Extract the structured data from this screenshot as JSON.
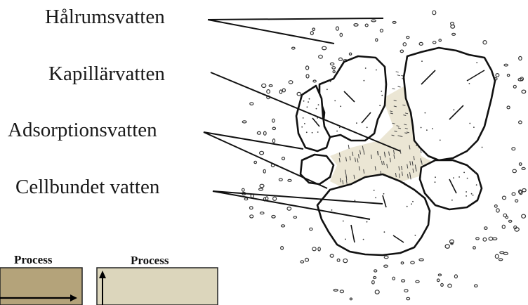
{
  "labels": {
    "halrumsvatten": "Hålrumsvatten",
    "kapillarvatten": "Kapillärvatten",
    "adsorptionsvatten": "Adsorptionsvatten",
    "cellbundet_vatten": "Cellbundet vatten"
  },
  "process_boxes": [
    {
      "title": "Process",
      "fill": "#b4a37a"
    },
    {
      "title": "Process",
      "fill": "#dcd6bc"
    }
  ],
  "colors": {
    "ink": "#1a1a1a",
    "capillary_fill": "#e9e4d2"
  }
}
